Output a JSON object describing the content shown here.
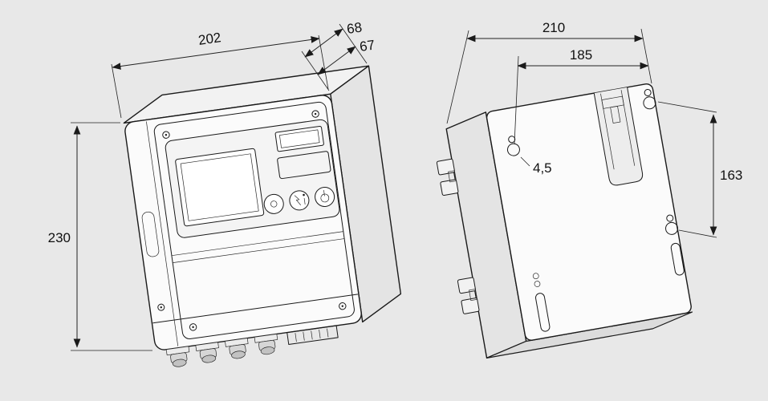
{
  "page": {
    "background_color": "#e8e8e8",
    "line_color": "#1a1a1a"
  },
  "drawing": {
    "front_view": {
      "dims": {
        "width": "202",
        "depth_total": "68",
        "depth_housing": "67",
        "height": "230"
      }
    },
    "rear_view": {
      "dims": {
        "overall_width": "210",
        "hole_spacing_horizontal": "185",
        "hole_diameter": "4,5",
        "hole_spacing_vertical": "163"
      }
    }
  }
}
